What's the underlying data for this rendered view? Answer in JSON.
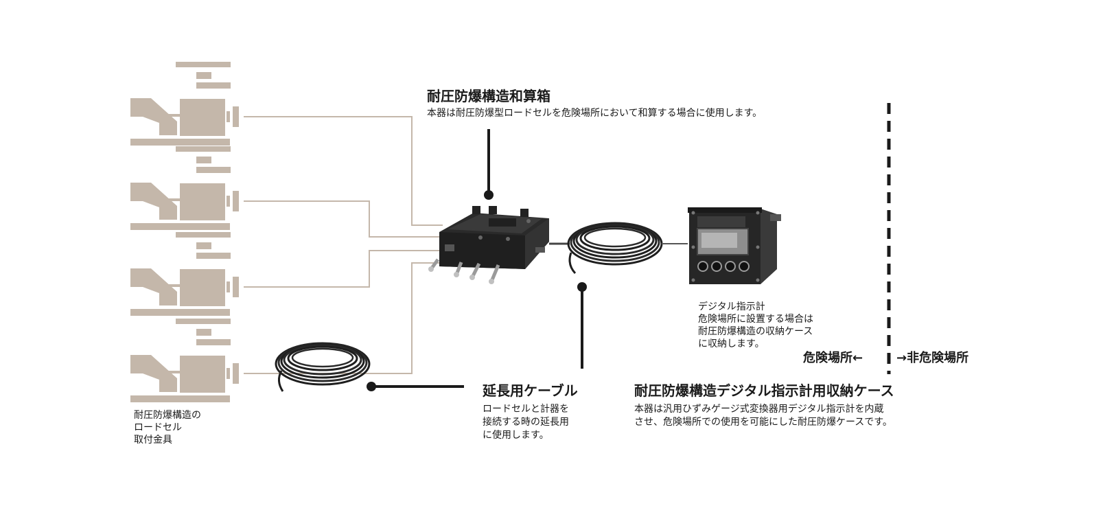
{
  "junction_box": {
    "title": "耐圧防爆構造和算箱",
    "description": "本器は耐圧防爆型ロードセルを危険場所において和算する場合に使用します。"
  },
  "loadcell_mount": {
    "label_lines": [
      "耐圧防爆構造の",
      "ロードセル",
      "取付金具"
    ]
  },
  "extension_cable": {
    "title": "延長用ケーブル",
    "description_lines": [
      "ロードセルと計器を",
      "接続する時の延長用",
      "に使用します。"
    ]
  },
  "indicator": {
    "note_lines": [
      "デジタル指示計",
      "危険場所に設置する場合は",
      "耐圧防爆構造の収納ケース",
      "に収納します。"
    ]
  },
  "enclosure": {
    "title": "耐圧防爆構造デジタル指示計用収納ケース",
    "description_lines": [
      "本器は汎用ひずみゲージ式変換器用デジタル指示計を内蔵",
      "させ、危険場所での使用を可能にした耐圧防爆ケースです。"
    ]
  },
  "zones": {
    "hazardous": "危険場所←",
    "non_hazardous": "→非危険場所"
  },
  "colors": {
    "mount": "#c4b7aa",
    "wire": "#c4b7aa",
    "device": "#222222",
    "leader": "#1a1a1a"
  }
}
